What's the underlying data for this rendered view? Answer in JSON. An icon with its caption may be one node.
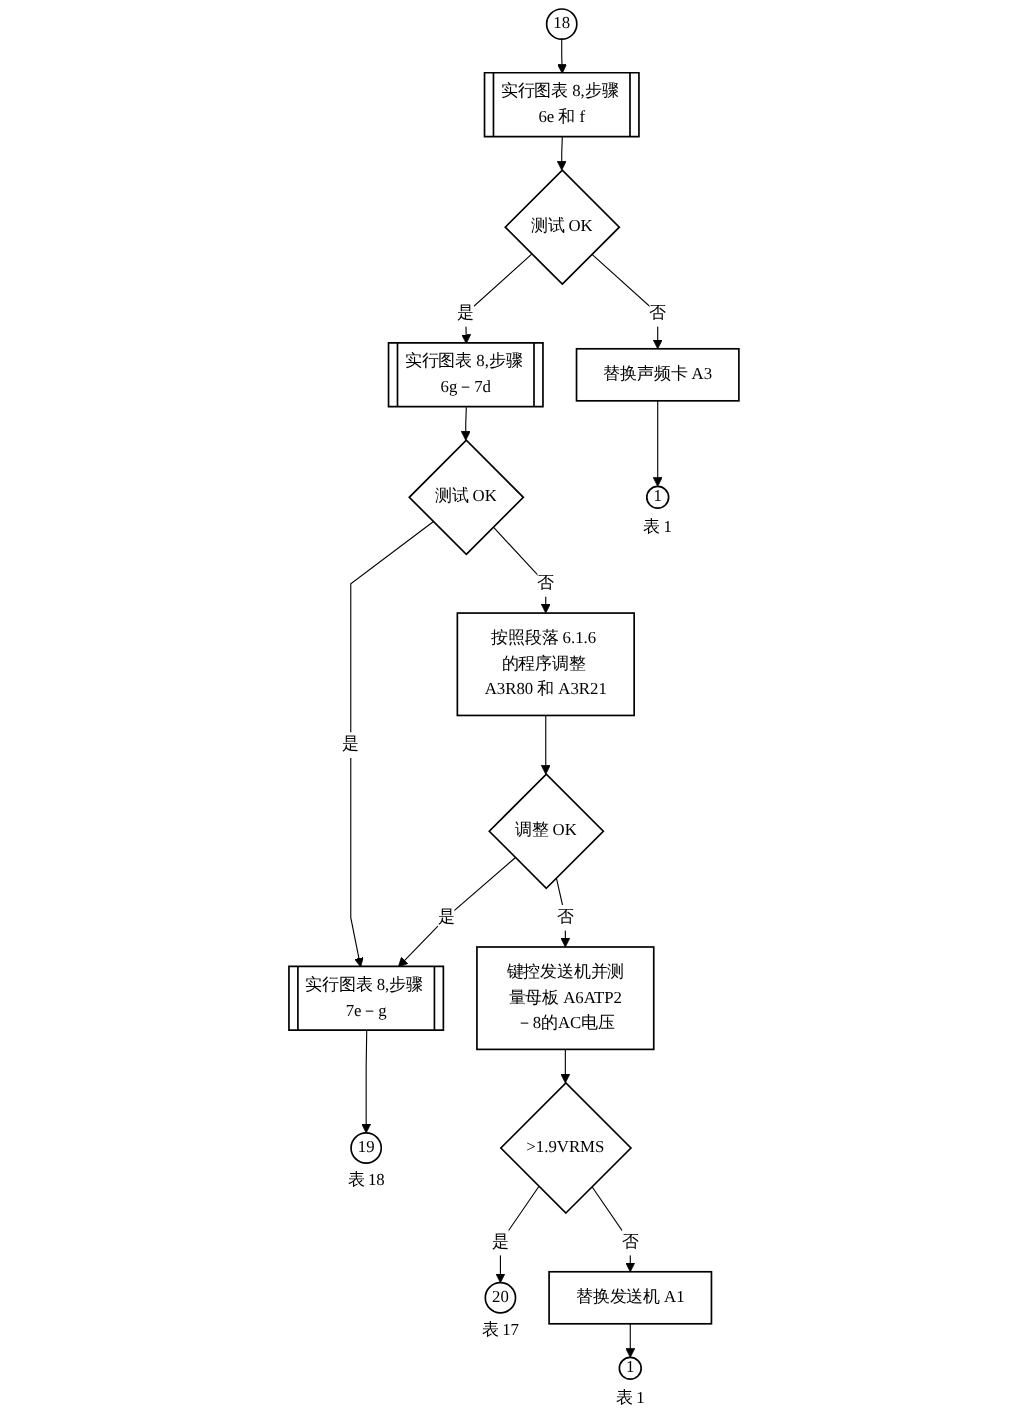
{
  "diagram": {
    "nodes": [
      {
        "text": [
          "18"
        ]
      },
      {
        "text": [
          "实行图表 8,步骤 6e 和 f"
        ]
      },
      {
        "text": [
          "测试 OK"
        ]
      },
      {
        "text": [
          "替换声频卡 A3"
        ]
      },
      {
        "text": [
          "实行图表 8,步骤 6g－7d"
        ]
      },
      {
        "text": [
          "1"
        ],
        "beside": [
          "表 1"
        ]
      },
      {
        "text": [
          "测试 OK"
        ]
      },
      {
        "text": [
          "按照段落 6.1.6 的程序调整 A3R80 和 A3R21"
        ]
      },
      {
        "text": [
          "调整 OK"
        ]
      },
      {
        "text": [
          "键控发送机并测量母板 A6ATP2－8的AC电压"
        ]
      },
      {
        "text": [
          "实行图表 8,步骤 7e－g"
        ]
      },
      {
        "text": [
          ">1.9VRMS"
        ]
      },
      {
        "text": [
          "替换发送机 A1"
        ]
      },
      {
        "text": [
          "19"
        ],
        "beside": [
          "表 18"
        ]
      },
      {
        "text": [
          "20"
        ],
        "beside": [
          "表 17"
        ]
      },
      {
        "text": [
          "1"
        ],
        "beside": [
          "表 1"
        ]
      }
    ],
    "edges": [
      {
        "from": 0,
        "to": 1,
        "arrow": "to"
      },
      {
        "from": 1,
        "to": 2,
        "arrow": "to"
      },
      {
        "from": 2,
        "to": 3,
        "arrow": "to",
        "label": "否"
      },
      {
        "from": 2,
        "to": 4,
        "arrow": "to",
        "label": "是"
      },
      {
        "from": 3,
        "to": 5,
        "arrow": "to"
      },
      {
        "from": 4,
        "to": 6,
        "arrow": "to"
      },
      {
        "from": 6,
        "to": 7,
        "arrow": "to",
        "label": "否"
      },
      {
        "from": 6,
        "to": 10,
        "arrow": "to",
        "label": "是"
      },
      {
        "from": 7,
        "to": 8,
        "arrow": "to"
      },
      {
        "from": 8,
        "to": 10,
        "arrow": "to",
        "label": "是"
      },
      {
        "from": 8,
        "to": 9,
        "arrow": "to",
        "label": "否"
      },
      {
        "from": 10,
        "to": 13,
        "arrow": "to"
      },
      {
        "from": 9,
        "to": 11,
        "arrow": "to"
      },
      {
        "from": 11,
        "to": 14,
        "arrow": "to",
        "label": "是"
      },
      {
        "from": 11,
        "to": 12,
        "arrow": "to",
        "label": "否"
      },
      {
        "from": 12,
        "to": 15,
        "arrow": "to"
      }
    ]
  }
}
